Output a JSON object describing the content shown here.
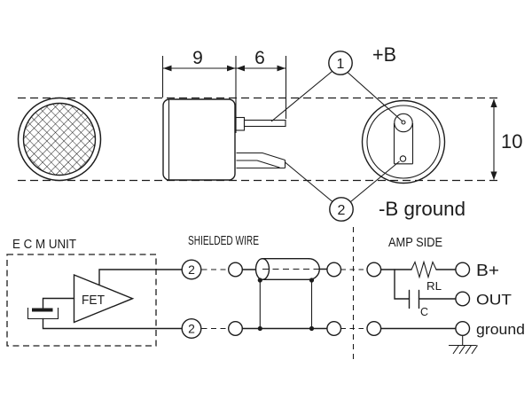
{
  "colors": {
    "line": "#1c1c1c",
    "background": "#ffffff"
  },
  "mech_drawing": {
    "dim_body_length": "9",
    "dim_pin_length": "6",
    "dim_diameter": "10",
    "callout_pin1": "1",
    "callout_pin2": "2",
    "label_pin1": "+B",
    "label_pin2": "-B ground"
  },
  "schematic": {
    "section_ecm": "E C M UNIT",
    "section_wire": "SHIELDED WIRE",
    "section_amp": "AMP SIDE",
    "fet": "FET",
    "terminal_top": "2",
    "terminal_bottom": "2",
    "resistor": "RL",
    "capacitor": "C",
    "label_bplus": "B+",
    "label_out": "OUT",
    "label_ground": "ground"
  }
}
